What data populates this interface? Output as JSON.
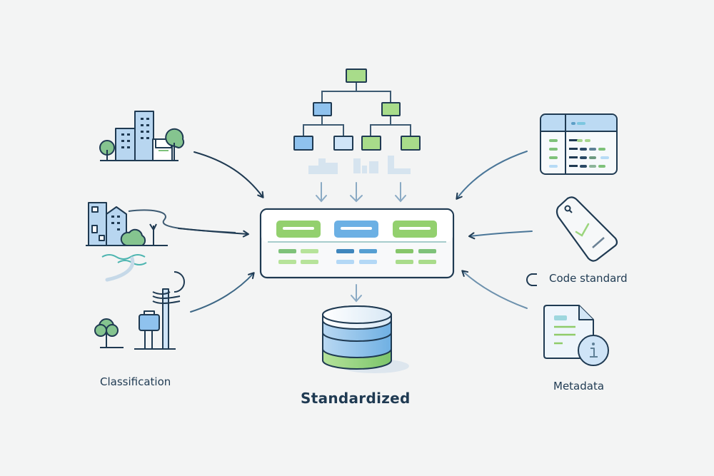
{
  "diagram": {
    "center_label": "Standardized",
    "hub": {
      "columns": [
        {
          "name": "column-1",
          "color": "green"
        },
        {
          "name": "column-2",
          "color": "blue"
        },
        {
          "name": "column-3",
          "color": "green"
        }
      ]
    },
    "left_sources": [
      {
        "name": "buildings-source",
        "label": ""
      },
      {
        "name": "riverside-source",
        "label": ""
      },
      {
        "name": "infrastructure-source",
        "label": "Classification"
      }
    ],
    "right_sources": [
      {
        "name": "schema-table-source",
        "label": ""
      },
      {
        "name": "code-tag-source",
        "label": "Code standard"
      },
      {
        "name": "metadata-source",
        "label": "Metadata"
      }
    ],
    "top_source": {
      "name": "hierarchy-tree",
      "label": ""
    },
    "colors": {
      "navy": "#1f3a52",
      "green": "#8fd16a",
      "blue": "#6aaee0",
      "light_blue": "#bcdaf3",
      "arrow": "#8aaac4",
      "background": "#f3f4f4"
    }
  }
}
